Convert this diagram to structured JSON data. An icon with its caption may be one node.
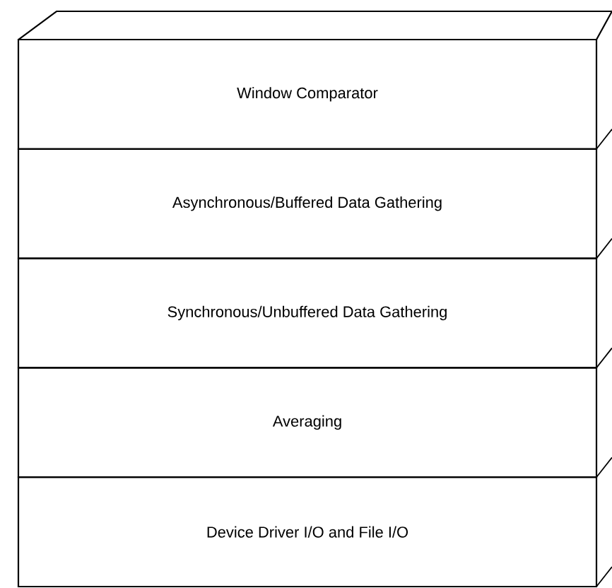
{
  "diagram": {
    "nodes": [
      {
        "text": [
          "Window Comparator"
        ]
      },
      {
        "text": [
          "Asynchronous/Buffered Data Gathering"
        ]
      },
      {
        "text": [
          "Synchronous/Unbuffered Data Gathering"
        ]
      },
      {
        "text": [
          "Averaging"
        ]
      },
      {
        "text": [
          "Device Driver I/O and File I/O"
        ]
      }
    ]
  }
}
